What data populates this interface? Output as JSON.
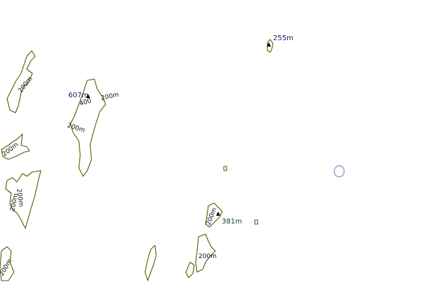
{
  "map": {
    "title": "",
    "background": "#ffffff",
    "coastline_color": "#5a5a00",
    "marker_color": "#8888cc",
    "peak_color": "#1a1a5a",
    "peaks": [
      {
        "label": "255m",
        "color": "#1a1a5a"
      },
      {
        "label": "607m",
        "color": "#1a1a5a"
      },
      {
        "label": "381m",
        "color": "#1a3a1a"
      }
    ],
    "contour_labels": [
      "200m",
      "200m",
      "400",
      "200m",
      "200m",
      "200m",
      "200m",
      "200m",
      "200m",
      "200m"
    ],
    "marker": {
      "name": "location-marker"
    }
  }
}
